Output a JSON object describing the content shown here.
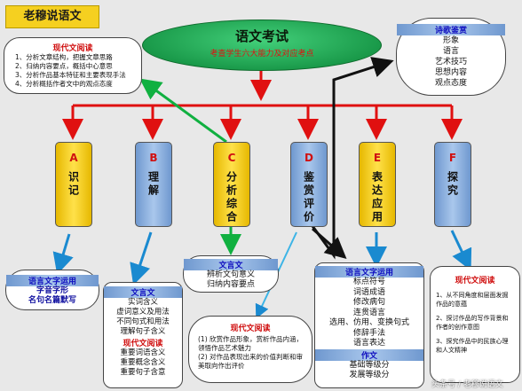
{
  "header": {
    "logo": "老穆说语文"
  },
  "top": {
    "title": "语文考试",
    "subtitle": "考查学生六大能力及对应考点"
  },
  "top_left": {
    "title": "现代文阅读",
    "lines": [
      "1、分析文章结构，把握文章思路",
      "2、归纳内容要点，概括中心意思",
      "3、分析作品基本特征和主要表现手法",
      "4、分析概括作者文中的观点态度"
    ]
  },
  "top_right": {
    "title": "诗歌鉴赏",
    "lines": [
      "形象",
      "语言",
      "艺术技巧",
      "思想内容",
      "观点态度"
    ]
  },
  "boxes": [
    {
      "letter": "A",
      "text": "识记",
      "style": "yellow"
    },
    {
      "letter": "B",
      "text": "理解",
      "style": "blue"
    },
    {
      "letter": "C",
      "text": "分析综合",
      "style": "yellow"
    },
    {
      "letter": "D",
      "text": "鉴赏评价",
      "style": "blue"
    },
    {
      "letter": "E",
      "text": "表达应用",
      "style": "yellow"
    },
    {
      "letter": "F",
      "text": "探究",
      "style": "blue"
    }
  ],
  "a_detail": {
    "title": "语言文字运用",
    "lines": [
      "字音字形",
      "名句名篇默写"
    ]
  },
  "c_detail": {
    "title": "文言文",
    "lines": [
      "辨析文句意义",
      "归纳内容要点"
    ]
  },
  "b_detail": {
    "title1": "文言文",
    "lines1": [
      "实词含义",
      "虚词意义及用法",
      "不同句式和用法",
      "理解句子含义"
    ],
    "title2": "现代文阅读",
    "lines2": [
      "重要词语含义",
      "重要概念含义",
      "重要句子含意"
    ]
  },
  "d_detail": {
    "title": "现代文阅读",
    "lines": [
      "(1) 欣赏作品形象，赏析作品内涵，领悟作品艺术魅力",
      "(2) 对作品表现出来的价值判断和审美取向作出评价"
    ]
  },
  "e_detail": {
    "title1": "语言文字运用",
    "lines1": [
      "标点符号",
      "词语成语",
      "修改病句",
      "连贯语言",
      "选用、仿用、变换句式",
      "修辞手法",
      "语言表达"
    ],
    "title2": "作文",
    "lines2": [
      "基础等级分",
      "发展等级分"
    ]
  },
  "f_detail": {
    "title": "现代文阅读",
    "lines": [
      "1、从不同角度和层面发掘作品的意蕴",
      "2、探讨作品的写作背景和作者的创作意图",
      "3、探究作品中的民族心理和人文精神"
    ]
  },
  "watermark": "头条号 / 老穆说语文"
}
